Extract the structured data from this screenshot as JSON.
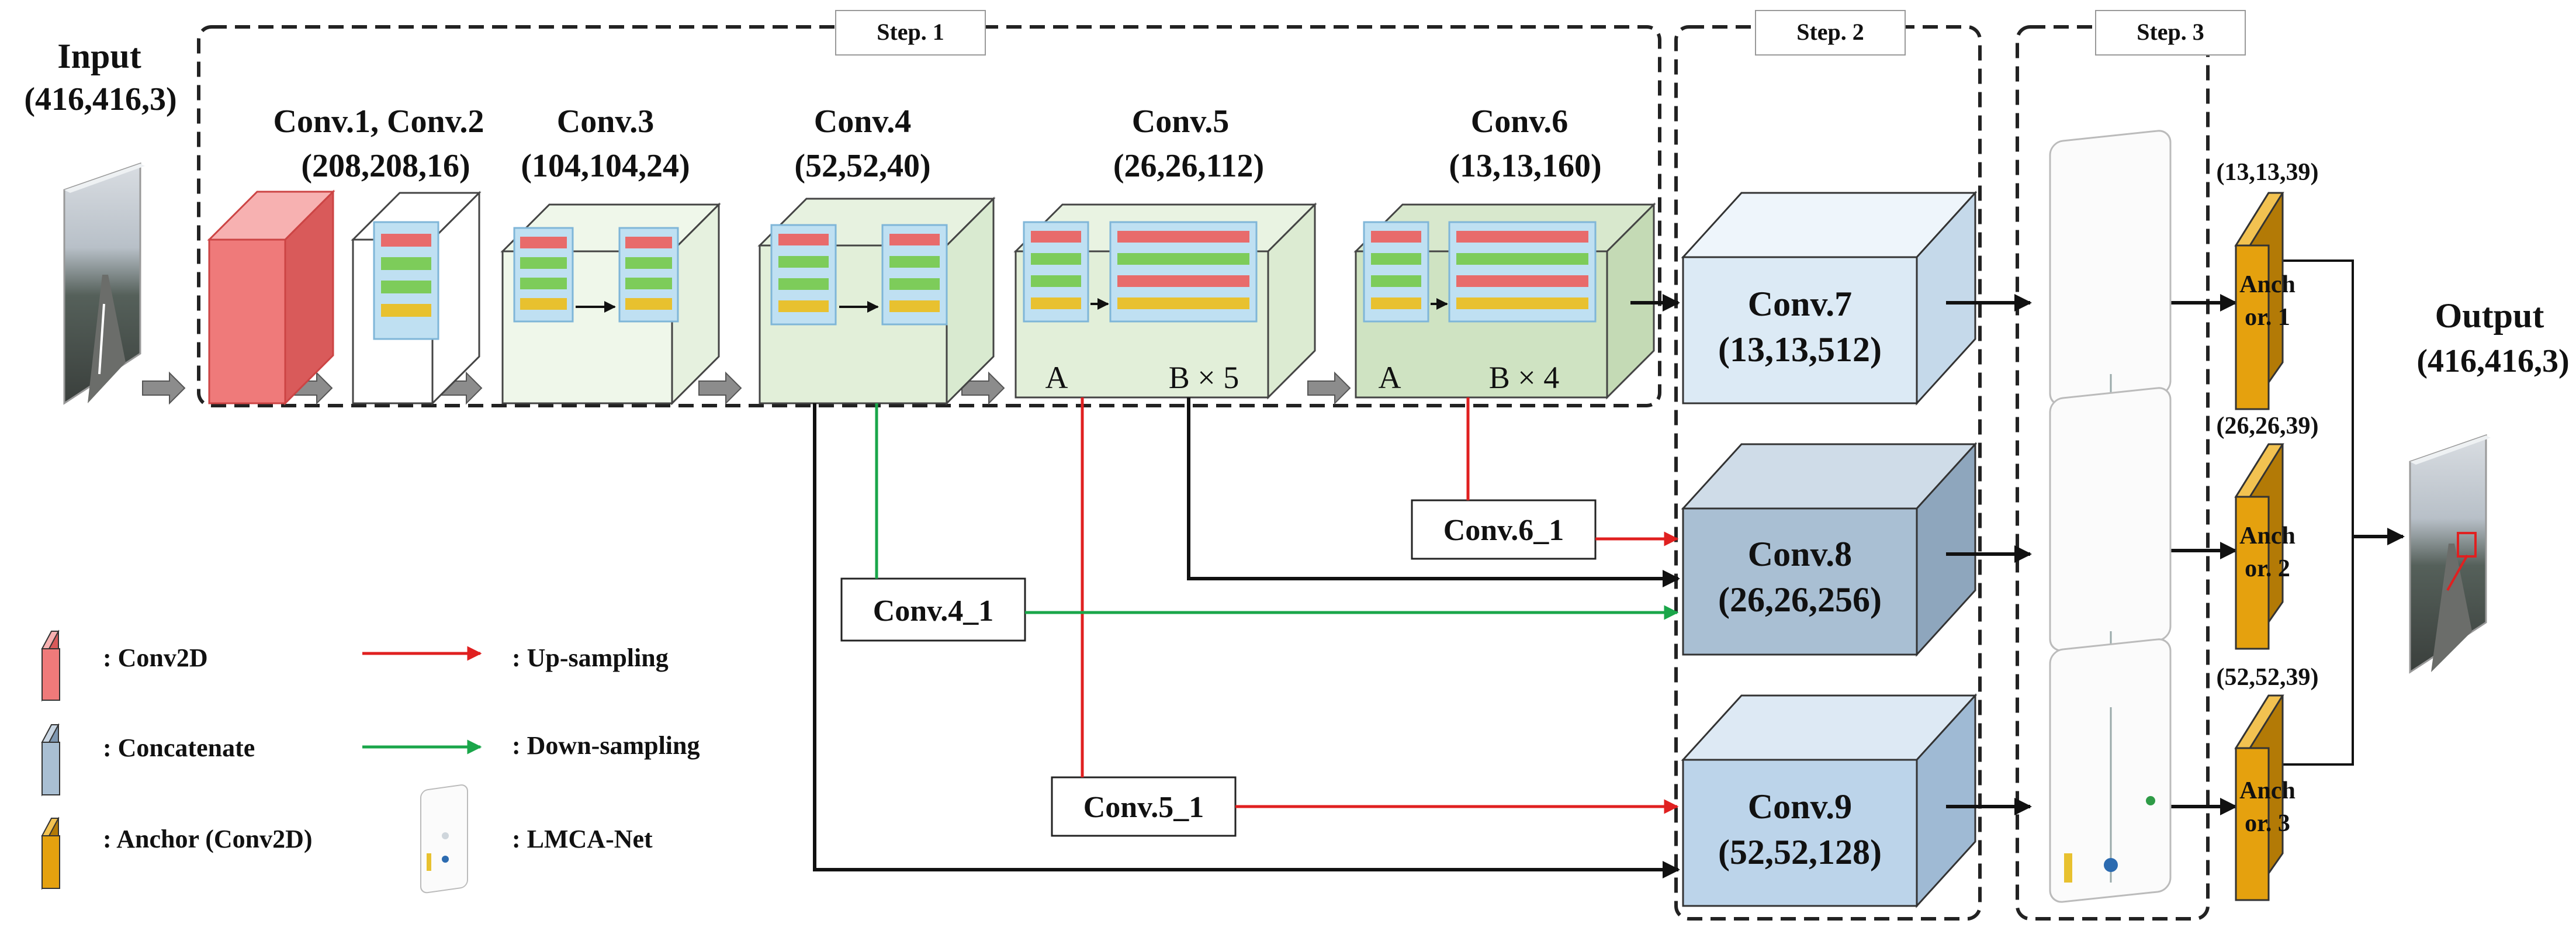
{
  "steps": {
    "step1": "Step. 1",
    "step2": "Step. 2",
    "step3": "Step. 3"
  },
  "input": {
    "title": "Input",
    "shape": "(416,416,3)"
  },
  "output": {
    "title": "Output",
    "shape": "(416,416,3)"
  },
  "conv_blocks": {
    "conv12": {
      "title": "Conv.1, Conv.2",
      "shape": "(208,208,16)"
    },
    "conv3": {
      "title": "Conv.3",
      "shape": "(104,104,24)"
    },
    "conv4": {
      "title": "Conv.4",
      "shape": "(52,52,40)"
    },
    "conv5": {
      "title": "Conv.5",
      "shape": "(26,26,112)",
      "label_a": "A",
      "label_b": "B × 5"
    },
    "conv6": {
      "title": "Conv.6",
      "shape": "(13,13,160)",
      "label_a": "A",
      "label_b": "B × 4"
    }
  },
  "big_blocks": {
    "conv7": {
      "title": "Conv.7",
      "shape": "(13,13,512)",
      "color": "#dceaf5"
    },
    "conv8": {
      "title": "Conv.8",
      "shape": "(26,26,256)",
      "color": "#a9bfd3"
    },
    "conv9": {
      "title": "Conv.9",
      "shape": "(52,52,128)",
      "color": "#bcd4ea"
    }
  },
  "side_convs": {
    "conv6_1": "Conv.6_1",
    "conv4_1": "Conv.4_1",
    "conv5_1": "Conv.5_1"
  },
  "anchors": [
    {
      "shape": "(13,13,39)",
      "line1": "Anch",
      "line2": "or. 1"
    },
    {
      "shape": "(26,26,39)",
      "line1": "Anch",
      "line2": "or. 2"
    },
    {
      "shape": "(52,52,39)",
      "line1": "Anch",
      "line2": "or. 3"
    }
  ],
  "legend": {
    "conv2d": ": Conv2D",
    "concatenate": ": Concatenate",
    "anchor": ": Anchor (Conv2D)",
    "upsampling": ": Up-sampling",
    "downsampling": ": Down-sampling",
    "lmca": ": LMCA-Net"
  },
  "colors": {
    "conv2d": "#ef7a7a",
    "anchor": "#e5a10e",
    "upsample": "#e02020",
    "downsample": "#1aa64a",
    "block_green": "#e2efd9"
  }
}
